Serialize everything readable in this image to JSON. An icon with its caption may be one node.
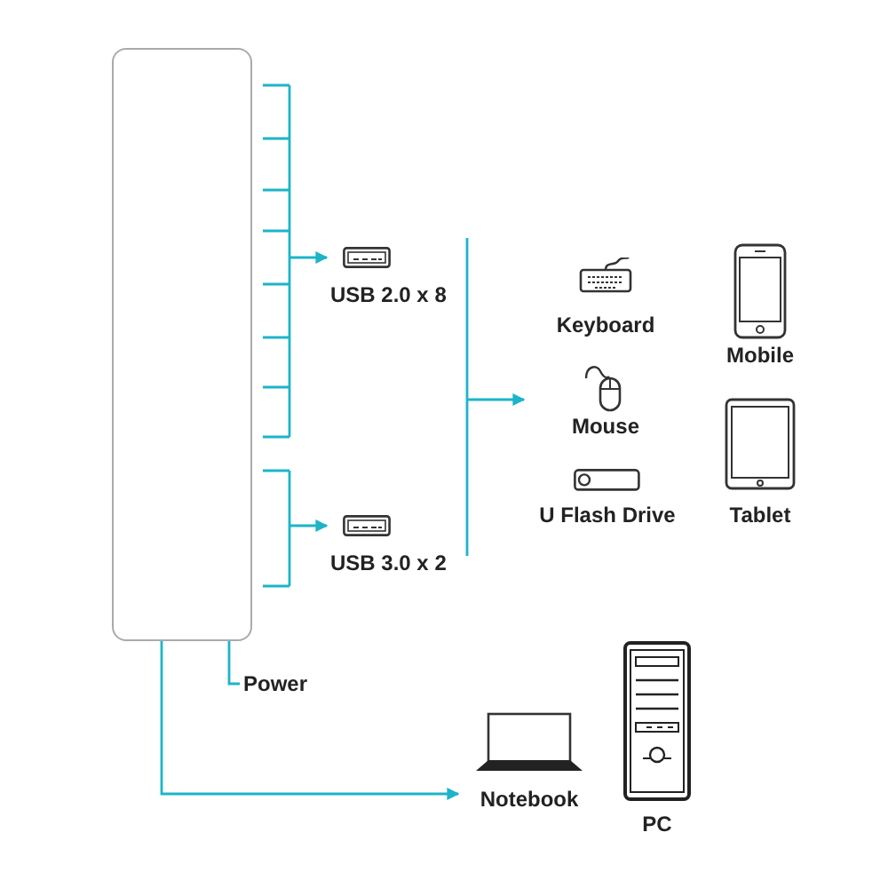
{
  "diagram": {
    "nodes": [
      {
        "text": [],
        "shape": "box"
      },
      {
        "text": [
          "USB 2.0 x 8"
        ]
      },
      {
        "text": [
          "USB 3.0 x 2"
        ]
      },
      {
        "text": [
          "Keyboard"
        ]
      },
      {
        "text": [
          "Mouse"
        ]
      },
      {
        "text": [
          "U Flash Drive"
        ]
      },
      {
        "text": [
          "Mobile"
        ]
      },
      {
        "text": [
          "Tablet"
        ]
      },
      {
        "text": [
          "Power"
        ]
      },
      {
        "text": [
          "Notebook"
        ]
      },
      {
        "text": [
          "PC"
        ]
      }
    ],
    "edges": [
      {
        "from": 0,
        "to": 1,
        "arrow": "to"
      },
      {
        "from": 0,
        "to": 2,
        "arrow": "to"
      },
      {
        "from": null,
        "to": 4,
        "arrow": "to"
      },
      {
        "from": 0,
        "to": 8,
        "arrow": "none"
      },
      {
        "from": 0,
        "to": 9,
        "arrow": "to"
      }
    ]
  }
}
